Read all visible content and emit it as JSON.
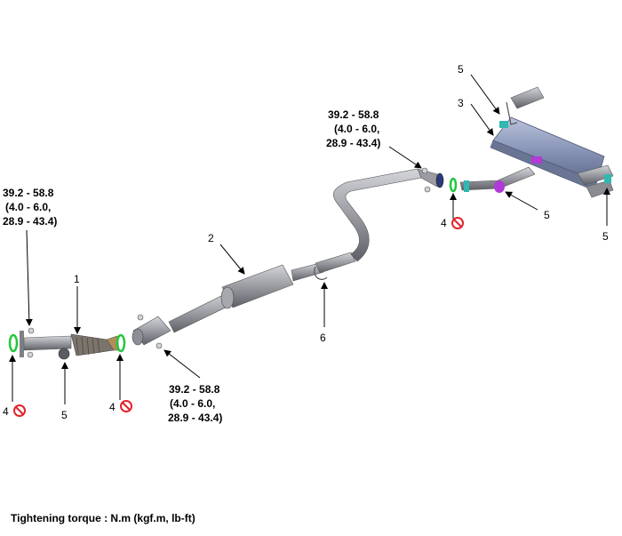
{
  "callouts": {
    "c1": "1",
    "c2": "2",
    "c3": "3",
    "c4a": "4",
    "c4b": "4",
    "c4c": "4",
    "c5a": "5",
    "c5b": "5",
    "c5c": "5",
    "c5d": "5",
    "c6": "6"
  },
  "torque_left": [
    "39.2 - 58.8",
    "(4.0 - 6.0,",
    "28.9 - 43.4)"
  ],
  "torque_mid_bottom": [
    "39.2 - 58.8",
    "(4.0 - 6.0,",
    "28.9 - 43.4)"
  ],
  "torque_top": [
    "39.2 - 58.8",
    "(4.0 - 6.0,",
    "28.9 - 43.4)"
  ],
  "caption": "Tightening torque : N.m (kgf.m, lb-ft)",
  "colors": {
    "pipe": "#9a9ca2",
    "muffler": "#8a96b8",
    "gasket": "#22c63a",
    "hanger": "#b23ad6",
    "clamp": "#2fb8b0",
    "no_reuse": "#e0242c"
  },
  "icons": [
    "no-reuse-icon"
  ]
}
